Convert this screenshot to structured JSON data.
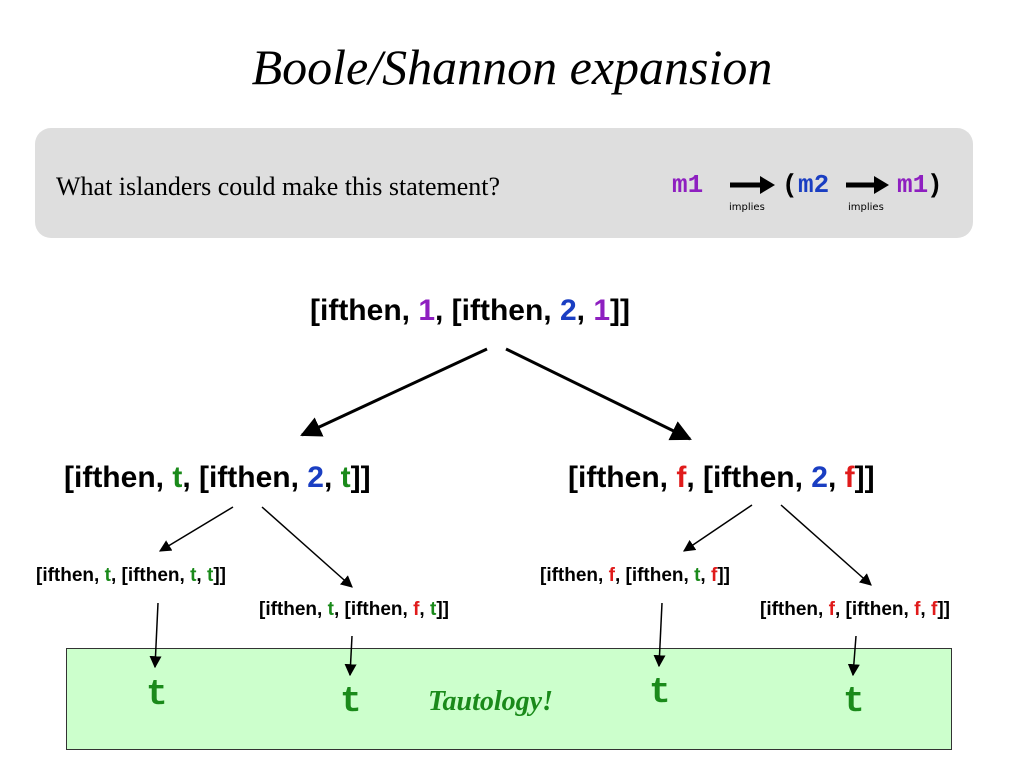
{
  "title": "Boole/Shannon expansion",
  "question": {
    "text": "What islanders could make this statement?",
    "formula": {
      "m1_a": "m1",
      "implies_1": "implies",
      "open_paren": "(",
      "m2": "m2",
      "implies_2": "implies",
      "m1_b": "m1",
      "close_paren": ")"
    }
  },
  "tree": {
    "root": {
      "p0": "[ifthen, ",
      "v1": "1",
      "p1": ", [ifthen, ",
      "v2": "2",
      "p2": ", ",
      "v3": "1",
      "p3": "]]"
    },
    "left": {
      "p0": "[ifthen, ",
      "v1": "t",
      "p1": ", [ifthen, ",
      "v2": "2",
      "p2": ", ",
      "v3": "t",
      "p3": "]]"
    },
    "right": {
      "p0": "[ifthen, ",
      "v1": "f",
      "p1": ", [ifthen, ",
      "v2": "2",
      "p2": ", ",
      "v3": "f",
      "p3": "]]"
    },
    "ll": {
      "p0": "[ifthen, ",
      "v1": "t",
      "p1": ", [ifthen, ",
      "v2": "t",
      "p2": ", ",
      "v3": "t",
      "p3": "]]"
    },
    "lr": {
      "p0": "[ifthen, ",
      "v1": "t",
      "p1": ", [ifthen, ",
      "v2": "f",
      "p2": ", ",
      "v3": "t",
      "p3": "]]"
    },
    "rl": {
      "p0": "[ifthen, ",
      "v1": "f",
      "p1": ", [ifthen, ",
      "v2": "t",
      "p2": ", ",
      "v3": "f",
      "p3": "]]"
    },
    "rr": {
      "p0": "[ifthen, ",
      "v1": "f",
      "p1": ", [ifthen, ",
      "v2": "f",
      "p2": ", ",
      "v3": "f",
      "p3": "]]"
    }
  },
  "results": [
    "t",
    "t",
    "t",
    "t"
  ],
  "tautology_label": "Tautology!",
  "colors": {
    "variable_1": "#8e1fc0",
    "variable_2": "#1a3ec2",
    "true_value": "#1a8a1a",
    "false_value": "#e01b1b",
    "result_box": "#ccffcc",
    "question_box": "#dedede"
  }
}
